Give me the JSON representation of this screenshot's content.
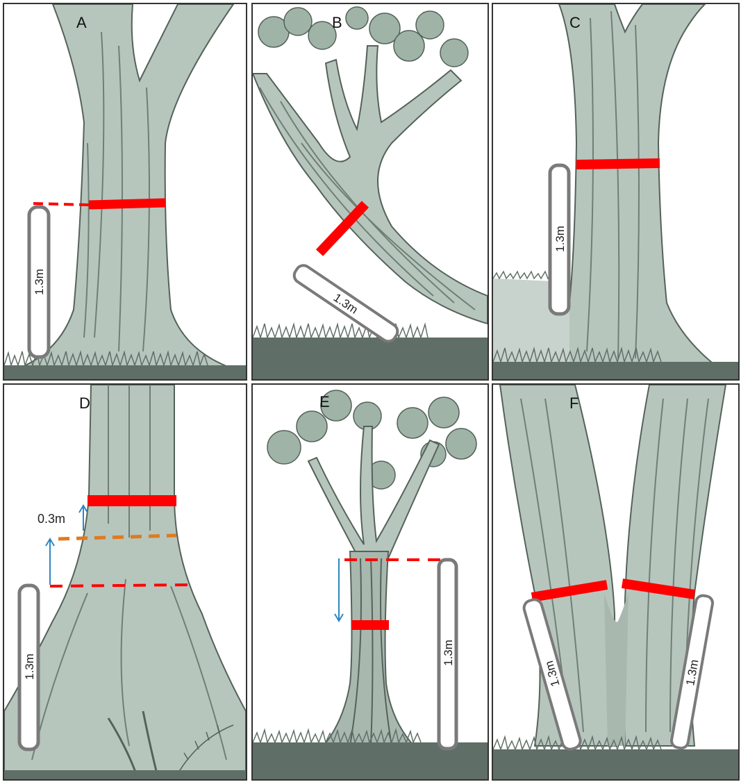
{
  "colors": {
    "bark": "#b7c6bd",
    "bark_dark": "#6f7f76",
    "bark_line": "#54625a",
    "leaf": "#9fb3a7",
    "grass": "#5f6e66",
    "tape": "#ff0000",
    "dash_orange": "#e07a1f",
    "arrow_blue": "#2e86c1",
    "pole_fill": "#ffffff",
    "pole_stroke": "#7a7a7a"
  },
  "panels": [
    {
      "letter": "A",
      "pole_label": "1.3m"
    },
    {
      "letter": "B",
      "pole_label": "1.3m"
    },
    {
      "letter": "C",
      "pole_label": "1.3m"
    },
    {
      "letter": "D",
      "pole_label": "1.3m",
      "offset_label": "0.3m"
    },
    {
      "letter": "E",
      "pole_label": "1.3m"
    },
    {
      "letter": "F",
      "pole_label": "1.3m",
      "pole_label_2": "1.3m"
    }
  ]
}
